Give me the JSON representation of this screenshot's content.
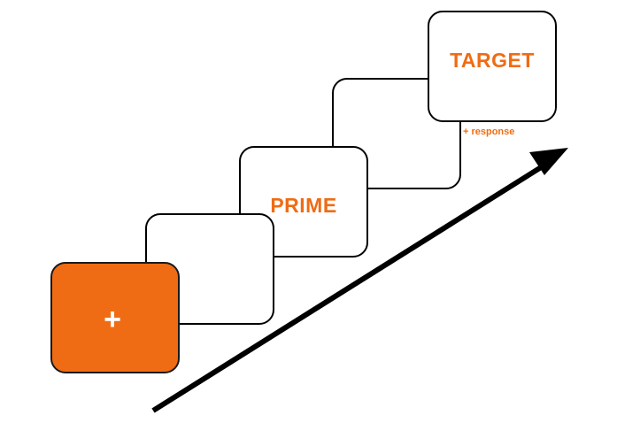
{
  "cards": {
    "fixation": {
      "text": "+"
    },
    "blank_1": {
      "text": ""
    },
    "prime": {
      "text": "PRIME"
    },
    "blank_2": {
      "text": ""
    },
    "target": {
      "text": "TARGET"
    }
  },
  "target_note": "+ response",
  "colors": {
    "accent": "#ef6c14",
    "outline": "#000000",
    "arrow": "#000000",
    "fixation_text": "#ffffff"
  },
  "icons": {
    "time_arrow": "diagonal-arrow-icon"
  }
}
